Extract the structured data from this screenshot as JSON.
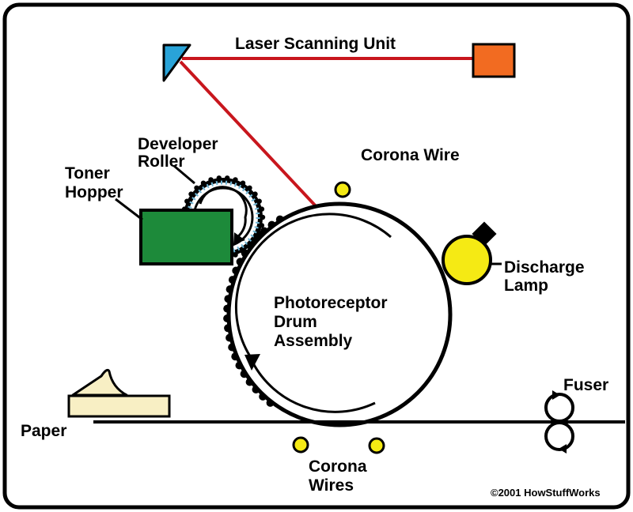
{
  "labels": {
    "laser_scanning_unit": "Laser Scanning Unit",
    "developer_roller_1": "Developer",
    "developer_roller_2": "Roller",
    "toner_hopper_1": "Toner",
    "toner_hopper_2": "Hopper",
    "corona_wire": "Corona Wire",
    "discharge_lamp_1": "Discharge",
    "discharge_lamp_2": "Lamp",
    "drum_1": "Photoreceptor",
    "drum_2": "Drum",
    "drum_3": "Assembly",
    "paper": "Paper",
    "fuser": "Fuser",
    "corona_wires_1": "Corona",
    "corona_wires_2": "Wires",
    "copyright": "©2001 HowStuffWorks"
  },
  "colors": {
    "laser_beam": "#c8161d",
    "laser_box": "#f26b21",
    "mirror": "#29a3d8",
    "toner_hopper": "#1d8a3a",
    "roller_dots": "#6fb6d6",
    "discharge_lamp": "#f5ea14",
    "corona_dot": "#f5ea14",
    "paper": "#f8efc4",
    "outline": "#000000"
  }
}
